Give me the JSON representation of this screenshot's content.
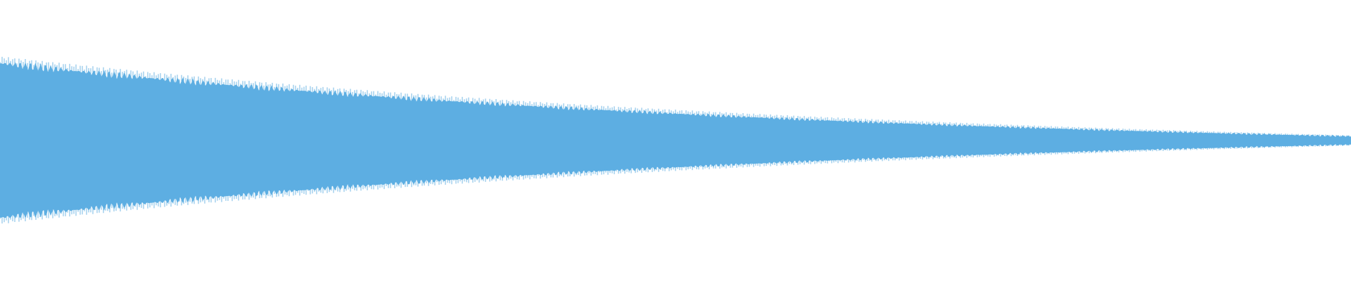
{
  "waveform": {
    "color": "#5daee2",
    "background": "#ffffff",
    "envelope": {
      "start_amplitude": 0.55,
      "end_amplitude": 0.03,
      "decay": "gradual"
    }
  }
}
